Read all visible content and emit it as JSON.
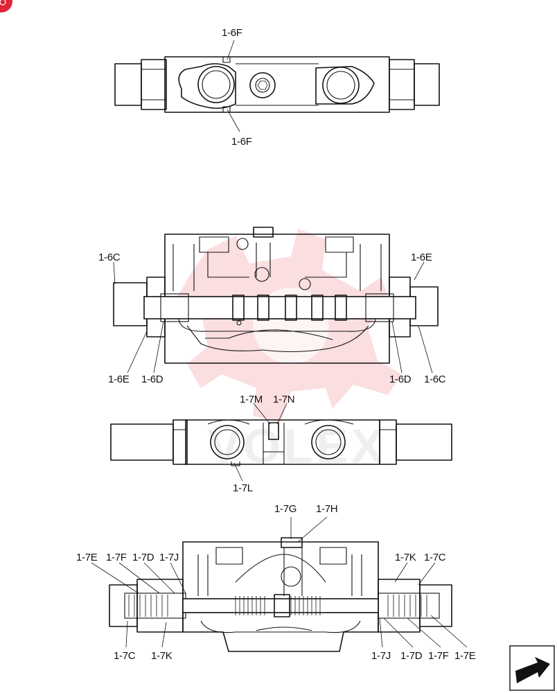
{
  "colors": {
    "line": "#111111",
    "watermark": "#f6c3c6",
    "badge": "#e0243a",
    "background": "#ffffff"
  },
  "icons": {
    "corner_badge": "red-circle-badge-icon",
    "nav_arrow": "next-page-arrow-icon"
  },
  "labels": {
    "v1_top": "1-6F",
    "v1_bottom": "1-6F",
    "v2_left_top": "1-6C",
    "v2_right_top": "1-6E",
    "v2_left_bottom_a": "1-6E",
    "v2_left_bottom_b": "1-6D",
    "v2_right_bottom_a": "1-6D",
    "v2_right_bottom_b": "1-6C",
    "v3_top_a": "1-7M",
    "v3_top_b": "1-7N",
    "v3_bottom": "1-7L",
    "v4_top_a": "1-7G",
    "v4_top_b": "1-7H",
    "v4_left_1": "1-7E",
    "v4_left_2": "1-7F",
    "v4_left_3": "1-7D",
    "v4_left_4": "1-7J",
    "v4_right_1": "1-7K",
    "v4_right_2": "1-7C",
    "v4_bl_1": "1-7C",
    "v4_bl_2": "1-7K",
    "v4_br_1": "1-7J",
    "v4_br_2": "1-7D",
    "v4_br_3": "1-7F",
    "v4_br_4": "1-7E"
  }
}
